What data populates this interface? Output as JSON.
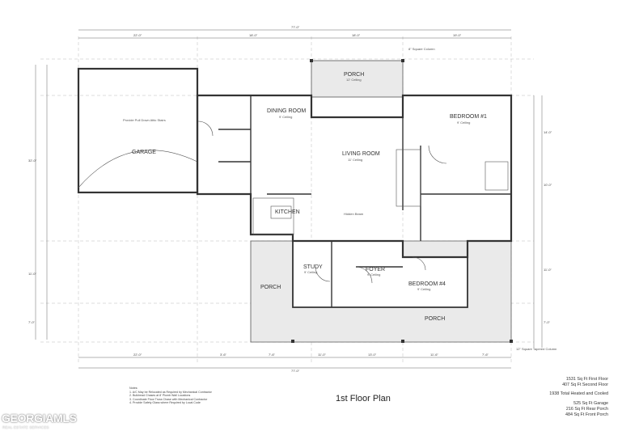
{
  "plan_title": "1st Floor Plan",
  "rooms": {
    "garage": "GARAGE",
    "garage_note": "Provide Pull Down Attic Stairs",
    "dining_room": "DINING ROOM",
    "living_room": "LIVING ROOM",
    "kitchen": "KITCHEN",
    "bedroom_1": "BEDROOM #1",
    "study": "STUDY",
    "foyer": "FOYER",
    "bedroom_4": "BEDROOM #4",
    "porch_rear": "PORCH",
    "porch_left": "PORCH",
    "porch_front": "PORCH"
  },
  "room_notes": {
    "porch_rear": "12' Ceiling",
    "dining": "9' Ceiling",
    "living": "11' Ceiling",
    "bedroom_1": "9' Ceiling",
    "study": "9' Ceiling",
    "foyer": "9' Ceiling",
    "bedroom_4": "9' Ceiling",
    "living_beam": "Hidden Beam",
    "column_top": "8\" Square Column",
    "column_bottom": "12\" Square Tapered Column"
  },
  "dimensions": {
    "overall_top": "77'-0\"",
    "overall_bottom": "77'-0\"",
    "top_segments": [
      "22'-0\"",
      "18'-0\"",
      "18'-0\"",
      "19'-0\""
    ],
    "bottom_segments": [
      "22'-0\"",
      "3'-6\"",
      "7'-6\"",
      "11'-0\"",
      "13'-0\"",
      "11'-6\"",
      "7'-6\""
    ],
    "left_segments": [
      "32'-0\"",
      "11'-0\"",
      "7'-0\""
    ],
    "right_segments": [
      "14'-0\"",
      "10'-0\"",
      "11'-0\"",
      "7'-0\""
    ]
  },
  "notes": [
    "Notes:",
    "1. A/C May be Relocated as Required by Mechanical Contractor",
    "2. Bulkhead Chases at 8' Plumb Wall Locations",
    "3. Coordinate Floor Truss Chase with Mechanical Contractor",
    "4. Provide Safety Glass where Required by Local Code"
  ],
  "stats": [
    "1531 Sq Ft First Floor",
    "407 Sq Ft Second Floor",
    "",
    "1938 Total Heated and Cooled",
    "",
    "525 Sq Ft Garage",
    "216 Sq Ft Rear Porch",
    "484 Sq Ft Front Porch"
  ],
  "watermark": {
    "logo": "GEORGIAMLS",
    "sub": "REAL ESTATE SERVICES"
  }
}
